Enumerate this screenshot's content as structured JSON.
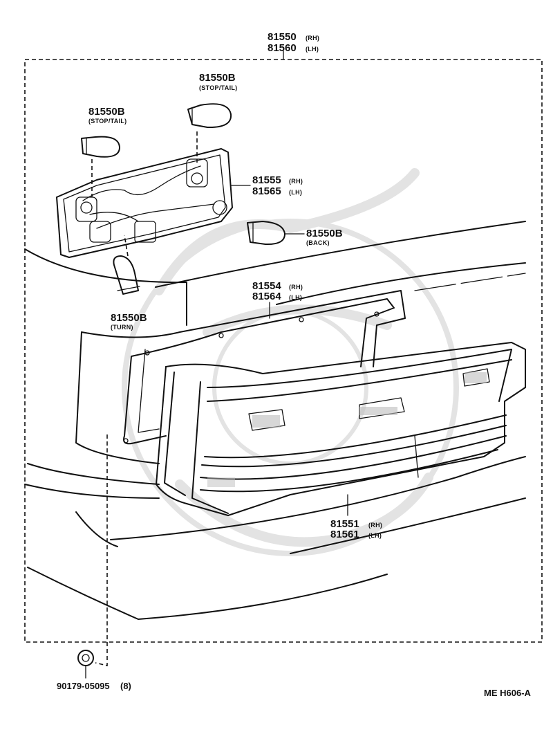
{
  "assembly": {
    "rh": "81550",
    "rh_side": "(RH)",
    "lh": "81560",
    "lh_side": "(LH)"
  },
  "bulb_stop_tail_top": {
    "number": "81550B",
    "note": "(STOP/TAIL)"
  },
  "bulb_stop_tail_left": {
    "number": "81550B",
    "note": "(STOP/TAIL)"
  },
  "socket_plate": {
    "rh": "81555",
    "rh_side": "(RH)",
    "lh": "81565",
    "lh_side": "(LH)"
  },
  "bulb_back": {
    "number": "81550B",
    "note": "(BACK)"
  },
  "bulb_turn": {
    "number": "81550B",
    "note": "(TURN)"
  },
  "gasket": {
    "rh": "81554",
    "rh_side": "(RH)",
    "lh": "81564",
    "lh_side": "(LH)"
  },
  "lens": {
    "rh": "81551",
    "rh_side": "(RH)",
    "lh": "81561",
    "lh_side": "(LH)"
  },
  "nut": {
    "number": "90179-05095",
    "qty": "(8)"
  },
  "diagram_code": "ME  H606-A"
}
